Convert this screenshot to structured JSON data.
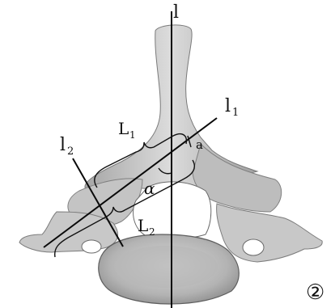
{
  "figure": {
    "number": "②",
    "labels": {
      "axis_l": "l",
      "axis_l1": "l",
      "axis_l1_sub": "1",
      "axis_l2": "l",
      "axis_l2_sub": "2",
      "length_L1": "L",
      "length_L1_sub": "1",
      "length_L2": "L",
      "length_L2_sub": "2",
      "angle_alpha": "α",
      "point_a": "a"
    }
  },
  "colors": {
    "bone_fill": "#c9c9c9",
    "bone_shadow": "#9d9d9d",
    "bone_light": "#e6e6e6",
    "line": "#0a0a0a",
    "background": "#ffffff"
  }
}
